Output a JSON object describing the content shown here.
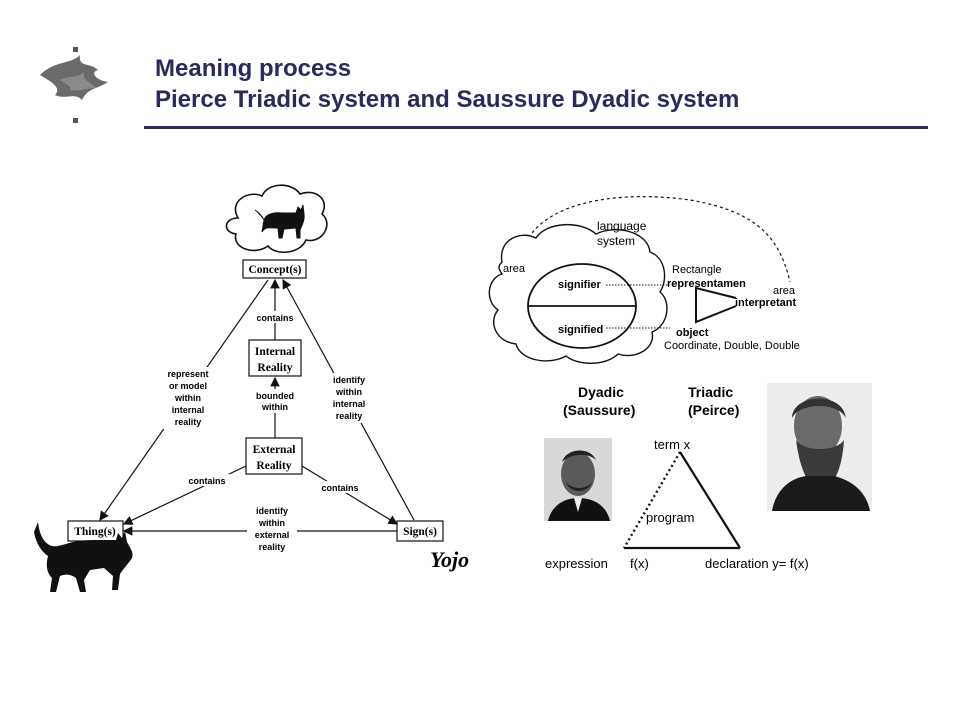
{
  "slide": {
    "title_line1": "Meaning process",
    "title_line2": "Pierce Triadic system and Saussure Dyadic system"
  },
  "left_diagram": {
    "concept": "Concept(s)",
    "internal_reality": [
      "Internal",
      "Reality"
    ],
    "external_reality": [
      "External",
      "Reality"
    ],
    "thing": "Thing(s)",
    "sign": "Sign(s)",
    "yojo": "Yojo",
    "labels": {
      "contains_top": "contains",
      "bounded_within": [
        "bounded",
        "within"
      ],
      "represent": [
        "represent",
        "or model",
        "within",
        "internal",
        "reality"
      ],
      "identify_internal": [
        "identify",
        "within",
        "internal",
        "reality"
      ],
      "contains_left": "contains",
      "contains_right": "contains",
      "identify_external": [
        "identify",
        "within",
        "external",
        "reality"
      ]
    }
  },
  "right_diagram": {
    "language_system": [
      "language",
      "system"
    ],
    "area_left": "area",
    "area_right": "area",
    "signifier": "signifier",
    "signified": "signified",
    "rectangle": "Rectangle",
    "representamen": "representamen",
    "interpretant": "interpretant",
    "object": "object",
    "object_detail": "Coordinate, Double, Double",
    "dyadic": [
      "Dyadic",
      "(Saussure)"
    ],
    "triadic": [
      "Triadic",
      "(Peirce)"
    ],
    "term_x": "term x",
    "program": "program",
    "expression": "expression",
    "fx": "f(x)",
    "declaration": "declaration y= f(x)"
  },
  "colors": {
    "title": "#2a2a5e",
    "rule": "#2a2a5e",
    "logo": "#555555",
    "ink": "#111111"
  },
  "icons": [
    "university-flame-logo",
    "cat-silhouette",
    "portrait-saussure",
    "portrait-peirce"
  ]
}
